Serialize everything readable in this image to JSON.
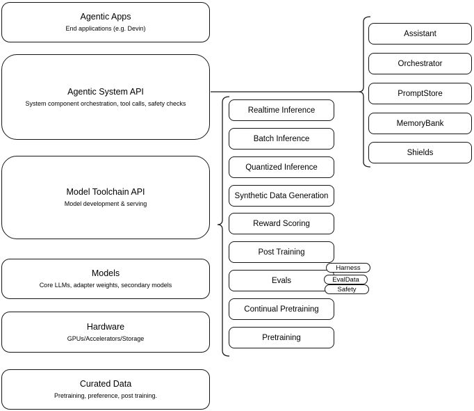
{
  "diagram": {
    "stack": [
      {
        "title": "Agentic Apps",
        "subtitle": "End applications (e.g. Devin)"
      },
      {
        "title": "Agentic System API",
        "subtitle": "System component orchestration, tool calls, safety checks"
      },
      {
        "title": "Model Toolchain API",
        "subtitle": "Model development & serving"
      },
      {
        "title": "Models",
        "subtitle": "Core LLMs, adapter weights, secondary models"
      },
      {
        "title": "Hardware",
        "subtitle": "GPUs/Accelerators/Storage"
      },
      {
        "title": "Curated Data",
        "subtitle": "Pretraining, preference, post training."
      }
    ],
    "toolchain": {
      "items": [
        "Realtime Inference",
        "Batch Inference",
        "Quantized Inference",
        "Synthetic Data Generation",
        "Reward Scoring",
        "Post Training",
        "Evals",
        "Continual Pretraining",
        "Pretraining"
      ]
    },
    "system_components": {
      "items": [
        "Assistant",
        "Orchestrator",
        "PromptStore",
        "MemoryBank",
        "Shields"
      ]
    },
    "eval_tags": {
      "items": [
        "Harness",
        "EvalData",
        "Safety"
      ]
    },
    "colors": {
      "stroke": "#141414",
      "background": "#ffffff"
    }
  }
}
